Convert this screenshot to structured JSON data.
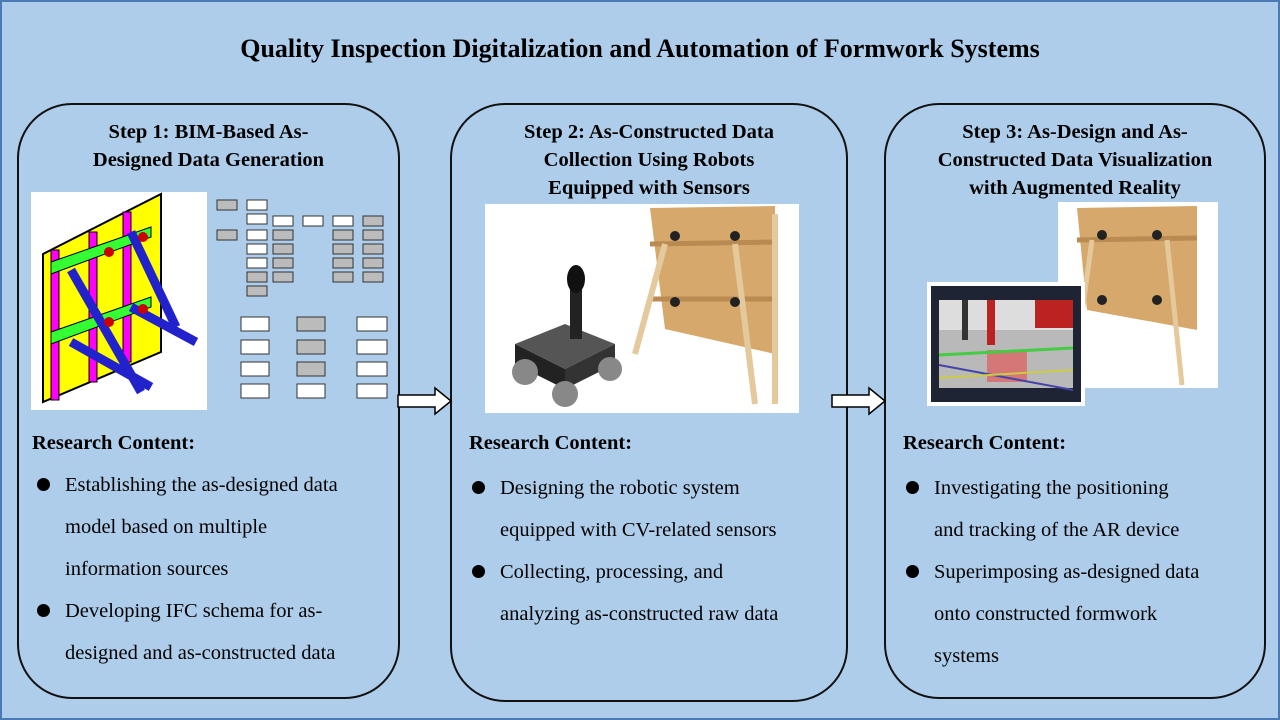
{
  "title": "Quality Inspection Digitalization and Automation of Formwork Systems",
  "steps": [
    {
      "heading_lines": [
        "Step 1: BIM-Based As-",
        "Designed Data Generation"
      ],
      "research_label": "Research Content:",
      "bullets": [
        [
          "Establishing the as-designed data",
          "model based on multiple",
          "information sources"
        ],
        [
          "Developing IFC schema for as-",
          "designed and as-constructed data"
        ]
      ]
    },
    {
      "heading_lines": [
        "Step 2: As-Constructed Data",
        "Collection Using Robots",
        "Equipped with Sensors"
      ],
      "research_label": "Research Content:",
      "bullets": [
        [
          "Designing the robotic system",
          "equipped with CV-related sensors"
        ],
        [
          "Collecting, processing, and",
          "analyzing as-constructed raw data"
        ]
      ]
    },
    {
      "heading_lines": [
        "Step 3: As-Design and As-",
        "Constructed Data Visualization",
        "with Augmented Reality"
      ],
      "research_label": "Research Content:",
      "bullets": [
        [
          "Investigating the positioning",
          "and tracking of the AR device"
        ],
        [
          "Superimposing as-designed data",
          "onto constructed formwork",
          "systems"
        ]
      ]
    }
  ]
}
